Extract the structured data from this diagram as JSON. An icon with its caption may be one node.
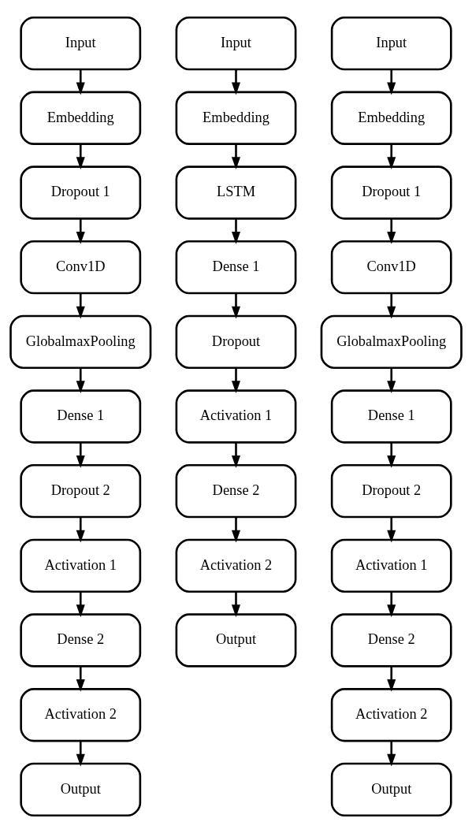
{
  "diagram": {
    "nodes": [
      {
        "text": [
          "Input"
        ]
      },
      {
        "text": [
          "Embedding"
        ]
      },
      {
        "text": [
          "Dropout 1"
        ]
      },
      {
        "text": [
          "Conv1D"
        ]
      },
      {
        "text": [
          "GlobalmaxPooling"
        ]
      },
      {
        "text": [
          "Dense 1"
        ]
      },
      {
        "text": [
          "Dropout 2"
        ]
      },
      {
        "text": [
          "Activation 1"
        ]
      },
      {
        "text": [
          "Dense 2"
        ]
      },
      {
        "text": [
          "Activation 2"
        ]
      },
      {
        "text": [
          "Output"
        ]
      },
      {
        "text": [
          "Input"
        ]
      },
      {
        "text": [
          "Embedding"
        ]
      },
      {
        "text": [
          "LSTM"
        ]
      },
      {
        "text": [
          "Dense 1"
        ]
      },
      {
        "text": [
          "Dropout"
        ]
      },
      {
        "text": [
          "Activation 1"
        ]
      },
      {
        "text": [
          "Dense 2"
        ]
      },
      {
        "text": [
          "Activation 2"
        ]
      },
      {
        "text": [
          "Output"
        ]
      },
      {
        "text": [
          "Input"
        ]
      },
      {
        "text": [
          "Embedding"
        ]
      },
      {
        "text": [
          "Dropout 1"
        ]
      },
      {
        "text": [
          "Conv1D"
        ]
      },
      {
        "text": [
          "GlobalmaxPooling"
        ]
      },
      {
        "text": [
          "Dense 1"
        ]
      },
      {
        "text": [
          "Dropout 2"
        ]
      },
      {
        "text": [
          "Activation 1"
        ]
      },
      {
        "text": [
          "Dense 2"
        ]
      },
      {
        "text": [
          "Activation 2"
        ]
      },
      {
        "text": [
          "Output"
        ]
      }
    ],
    "edges": [
      {
        "from": 0,
        "to": 1,
        "arrow": "to"
      },
      {
        "from": 1,
        "to": 2,
        "arrow": "to"
      },
      {
        "from": 2,
        "to": 3,
        "arrow": "to"
      },
      {
        "from": 3,
        "to": 4,
        "arrow": "to"
      },
      {
        "from": 4,
        "to": 5,
        "arrow": "to"
      },
      {
        "from": 5,
        "to": 6,
        "arrow": "to"
      },
      {
        "from": 6,
        "to": 7,
        "arrow": "to"
      },
      {
        "from": 7,
        "to": 8,
        "arrow": "to"
      },
      {
        "from": 8,
        "to": 9,
        "arrow": "to"
      },
      {
        "from": 9,
        "to": 10,
        "arrow": "to"
      },
      {
        "from": 11,
        "to": 12,
        "arrow": "to"
      },
      {
        "from": 12,
        "to": 13,
        "arrow": "to"
      },
      {
        "from": 13,
        "to": 14,
        "arrow": "to"
      },
      {
        "from": 14,
        "to": 15,
        "arrow": "to"
      },
      {
        "from": 15,
        "to": 16,
        "arrow": "to"
      },
      {
        "from": 16,
        "to": 17,
        "arrow": "to"
      },
      {
        "from": 17,
        "to": 18,
        "arrow": "to"
      },
      {
        "from": 18,
        "to": 19,
        "arrow": "to"
      },
      {
        "from": 20,
        "to": 21,
        "arrow": "to"
      },
      {
        "from": 21,
        "to": 22,
        "arrow": "to"
      },
      {
        "from": 22,
        "to": 23,
        "arrow": "to"
      },
      {
        "from": 23,
        "to": 24,
        "arrow": "to"
      },
      {
        "from": 24,
        "to": 25,
        "arrow": "to"
      },
      {
        "from": 25,
        "to": 26,
        "arrow": "to"
      },
      {
        "from": 26,
        "to": 27,
        "arrow": "to"
      },
      {
        "from": 27,
        "to": 28,
        "arrow": "to"
      },
      {
        "from": 28,
        "to": 29,
        "arrow": "to"
      },
      {
        "from": 29,
        "to": 30,
        "arrow": "to"
      }
    ]
  }
}
